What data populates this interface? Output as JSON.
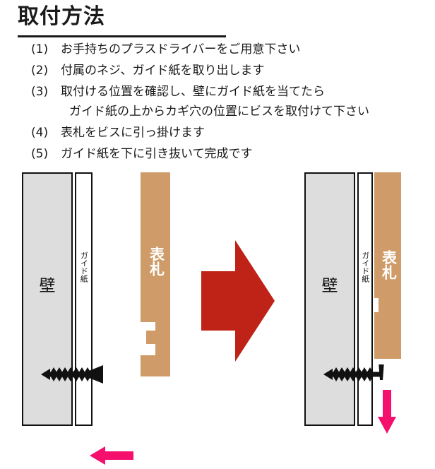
{
  "title": {
    "text": "取付方法"
  },
  "steps": [
    {
      "num": "(1)",
      "lines": [
        "お手持ちのプラスドライバーをご用意下さい"
      ]
    },
    {
      "num": "(2)",
      "lines": [
        "付属のネジ、ガイド紙を取り出します"
      ]
    },
    {
      "num": "(3)",
      "lines": [
        "取付ける位置を確認し、壁にガイド紙を当てたら",
        "ガイド紙の上からカギ穴の位置にビスを取付けて下さい"
      ]
    },
    {
      "num": "(4)",
      "lines": [
        "表札をビスに引っ掛けます"
      ]
    },
    {
      "num": "(5)",
      "lines": [
        "ガイド紙を下に引き抜いて完成です"
      ]
    }
  ],
  "diagram": {
    "before": {
      "wall_label": "壁",
      "guide_label": "ガイド紙",
      "plate_label": "表札"
    },
    "after": {
      "wall_label": "壁",
      "guide_label": "ガイド紙",
      "plate_label": "表札"
    },
    "icons": {
      "screw": "screw-icon",
      "plate_move_arrow": "arrow-left-icon",
      "transition_arrow": "arrow-right-block-icon",
      "guide_pull_arrow": "arrow-down-icon"
    }
  },
  "colors": {
    "wall_fill": "#dddddd",
    "wall_stroke": "#111111",
    "guide_fill": "#ffffff",
    "plate_fill": "#cf9b68",
    "pink_arrow": "#f5106e",
    "red_arrow": "#bf2317",
    "text": "#1a1a1a"
  }
}
